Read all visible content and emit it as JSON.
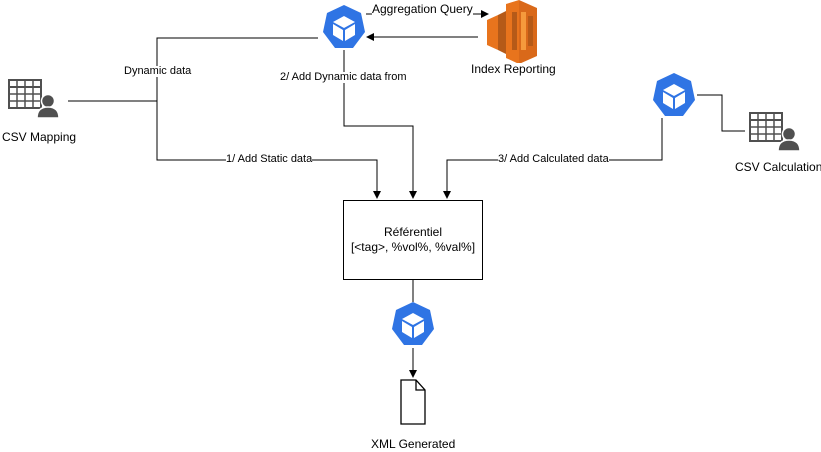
{
  "nodes": {
    "csv_mapping": {
      "label": "CSV Mapping",
      "icon": "table-user-icon"
    },
    "csv_calculation": {
      "label": "CSV Calculation",
      "icon": "table-user-icon"
    },
    "index_reporting": {
      "label": "Index Reporting",
      "icon": "aws-service-icon"
    },
    "referentiel": {
      "line1": "Référentiel",
      "line2": "[<tag>, %vol%, %val%]"
    },
    "xml_generated": {
      "label": "XML Generated",
      "icon": "document-icon"
    },
    "processor_icon": "hexagon-cube-icon"
  },
  "edges": {
    "aggregation_query": "Aggregation Query",
    "dynamic_data": "Dynamic data",
    "add_dynamic": "2/ Add Dynamic data from",
    "add_static": "1/ Add Static data",
    "add_calculated": "3/ Add Calculated data"
  },
  "colors": {
    "hexagon": "#2F74E4",
    "aws_orange": "#E8741D",
    "aws_dark": "#B55A18",
    "icon_gray": "#505050",
    "line": "#000000"
  }
}
